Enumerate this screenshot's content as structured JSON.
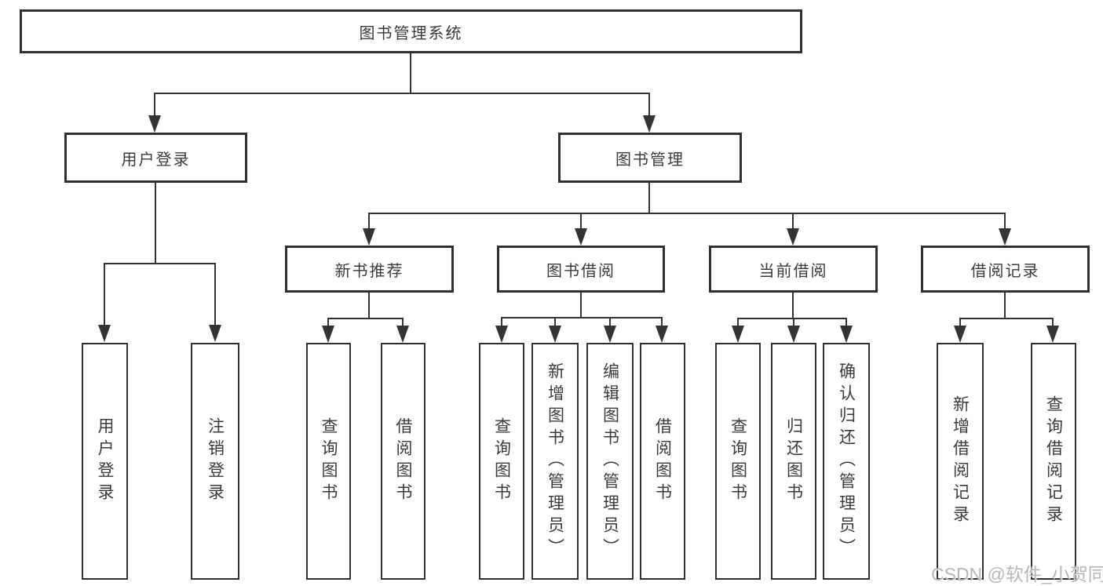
{
  "tree": {
    "root": {
      "label": "图书管理系统"
    },
    "branches": [
      {
        "label": "用户登录",
        "children": [
          {
            "label": "用户登录"
          },
          {
            "label": "注销登录"
          }
        ]
      },
      {
        "label": "图书管理",
        "sections": [
          {
            "label": "新书推荐",
            "children": [
              {
                "label": "查询图书"
              },
              {
                "label": "借阅图书"
              }
            ]
          },
          {
            "label": "图书借阅",
            "children": [
              {
                "label": "查询图书"
              },
              {
                "label": "新增图书（管理员）"
              },
              {
                "label": "编辑图书（管理员）"
              },
              {
                "label": "借阅图书"
              }
            ]
          },
          {
            "label": "当前借阅",
            "children": [
              {
                "label": "查询图书"
              },
              {
                "label": "归还图书"
              },
              {
                "label": "确认归还（管理员）"
              }
            ]
          },
          {
            "label": "借阅记录",
            "children": [
              {
                "label": "新增借阅记录"
              },
              {
                "label": "查询借阅记录"
              }
            ]
          }
        ]
      }
    ]
  },
  "watermark": {
    "text": "CSDN @软件_小贺同学"
  },
  "colors": {
    "line": "#333333",
    "box_border": "#2f2f2f",
    "text": "#3a3a3a",
    "watermark": "#b2b2b2",
    "background": "#ffffff"
  }
}
